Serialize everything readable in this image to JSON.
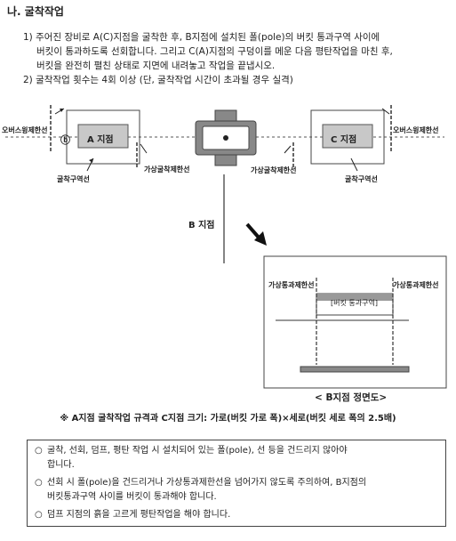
{
  "heading": "나. 굴착작업",
  "items": [
    {
      "label": "1)",
      "lines": [
        "주어진 장비로 A(C)지점을 굴착한 후, B지점에 설치된 폴(pole)의 버킷 통과구역 사이에",
        "버킷이 통과하도록 선회합니다. 그리고 C(A)지점의 구덩이를 메운 다음 평탄작업을 마친 후,",
        "버킷을 완전히 펼친 상태로 지면에 내려놓고 작업을 끝냅시오."
      ]
    },
    {
      "label": "2)",
      "lines": [
        "굴착작업 횟수는 4회 이상 (단, 굴착작업 시간이 초과될 경우 실격)"
      ]
    }
  ],
  "diagram": {
    "overswing_left": "오버스윙제한선",
    "overswing_right": "오버스윙제한선",
    "marker_b": "ⓑ",
    "zone_a": "A 지점",
    "zone_c": "C 지점",
    "dig_area_left": "굴착구역선",
    "dig_area_right": "굴착구역선",
    "virtual_dig_left": "가상굴착제한선",
    "virtual_dig_right": "가상굴착제한선",
    "point_b": "B 지점"
  },
  "front_view": {
    "pass_left": "가상통과제한선",
    "pass_right": "가상통과제한선",
    "bucket_zone": "[버킷 통과구역]",
    "caption": "< B지점 정면도>"
  },
  "note": "※ A지점 굴착작업 규격과 C지점 크기: 가로(버킷 가로 폭)×세로(버킷 세로 폭의 2.5배)",
  "bullets": [
    {
      "mark": "○",
      "lines": [
        "굴착, 선회, 덤프, 평탄 작업 시 설치되어 있는 폴(pole), 선 등을 건드리지 않아야",
        "합니다."
      ]
    },
    {
      "mark": "○",
      "lines": [
        "선회 시 폴(pole)을 건드리거나 가상통과제한선을 넘어가지 않도록 주의하여, B지점의",
        "버킷통과구역 사이를 버킷이 통과해야 합니다."
      ]
    },
    {
      "mark": "○",
      "lines": [
        "덤프 지점의 흙을 고르게 평탄작업을 해야 합니다."
      ]
    }
  ]
}
